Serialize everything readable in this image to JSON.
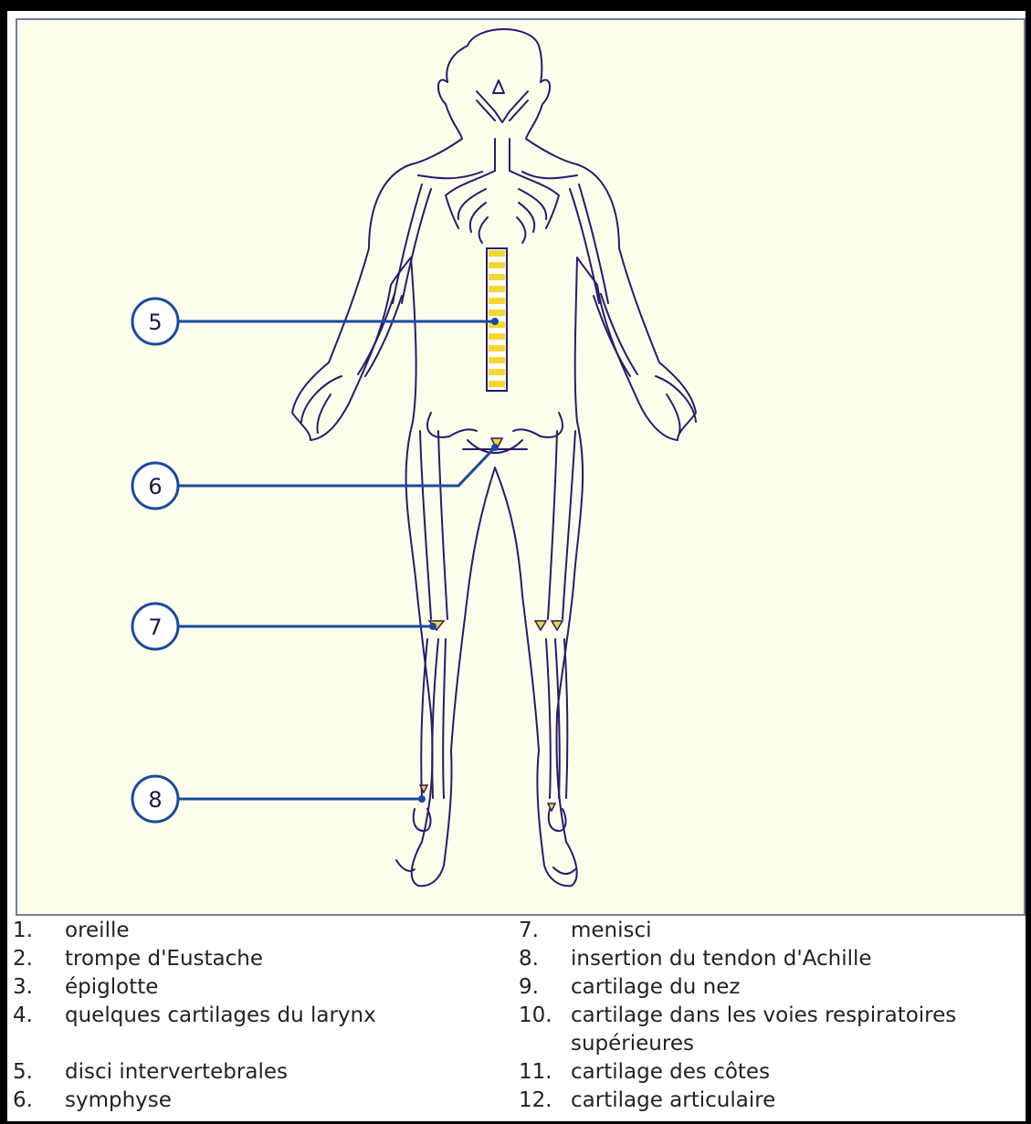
{
  "colors": {
    "panel_bg": "#fdfdec",
    "outline": "#2a1a6e",
    "callout": "#1a4aa0",
    "cartilage": "#f2d830"
  },
  "callouts": [
    {
      "label": "5"
    },
    {
      "label": "6"
    },
    {
      "label": "7"
    },
    {
      "label": "8"
    }
  ],
  "legend": {
    "left": [
      {
        "num": "1.",
        "text": "oreille"
      },
      {
        "num": "2.",
        "text": "trompe d'Eustache"
      },
      {
        "num": "3.",
        "text": "épiglotte"
      },
      {
        "num": "4.",
        "text": "quelques cartilages du larynx"
      },
      {
        "num": "5.",
        "text": "disci intervertebrales"
      },
      {
        "num": "6.",
        "text": "symphyse"
      }
    ],
    "right": [
      {
        "num": "7.",
        "text": "menisci"
      },
      {
        "num": "8.",
        "text": "insertion du tendon d'Achille"
      },
      {
        "num": "9.",
        "text": "cartilage du nez"
      },
      {
        "num": "10.",
        "text": "cartilage dans les voies respiratoires",
        "text2": "supérieures"
      },
      {
        "num": "11.",
        "text": "cartilage des côtes"
      },
      {
        "num": "12.",
        "text": "cartilage articulaire"
      }
    ]
  }
}
